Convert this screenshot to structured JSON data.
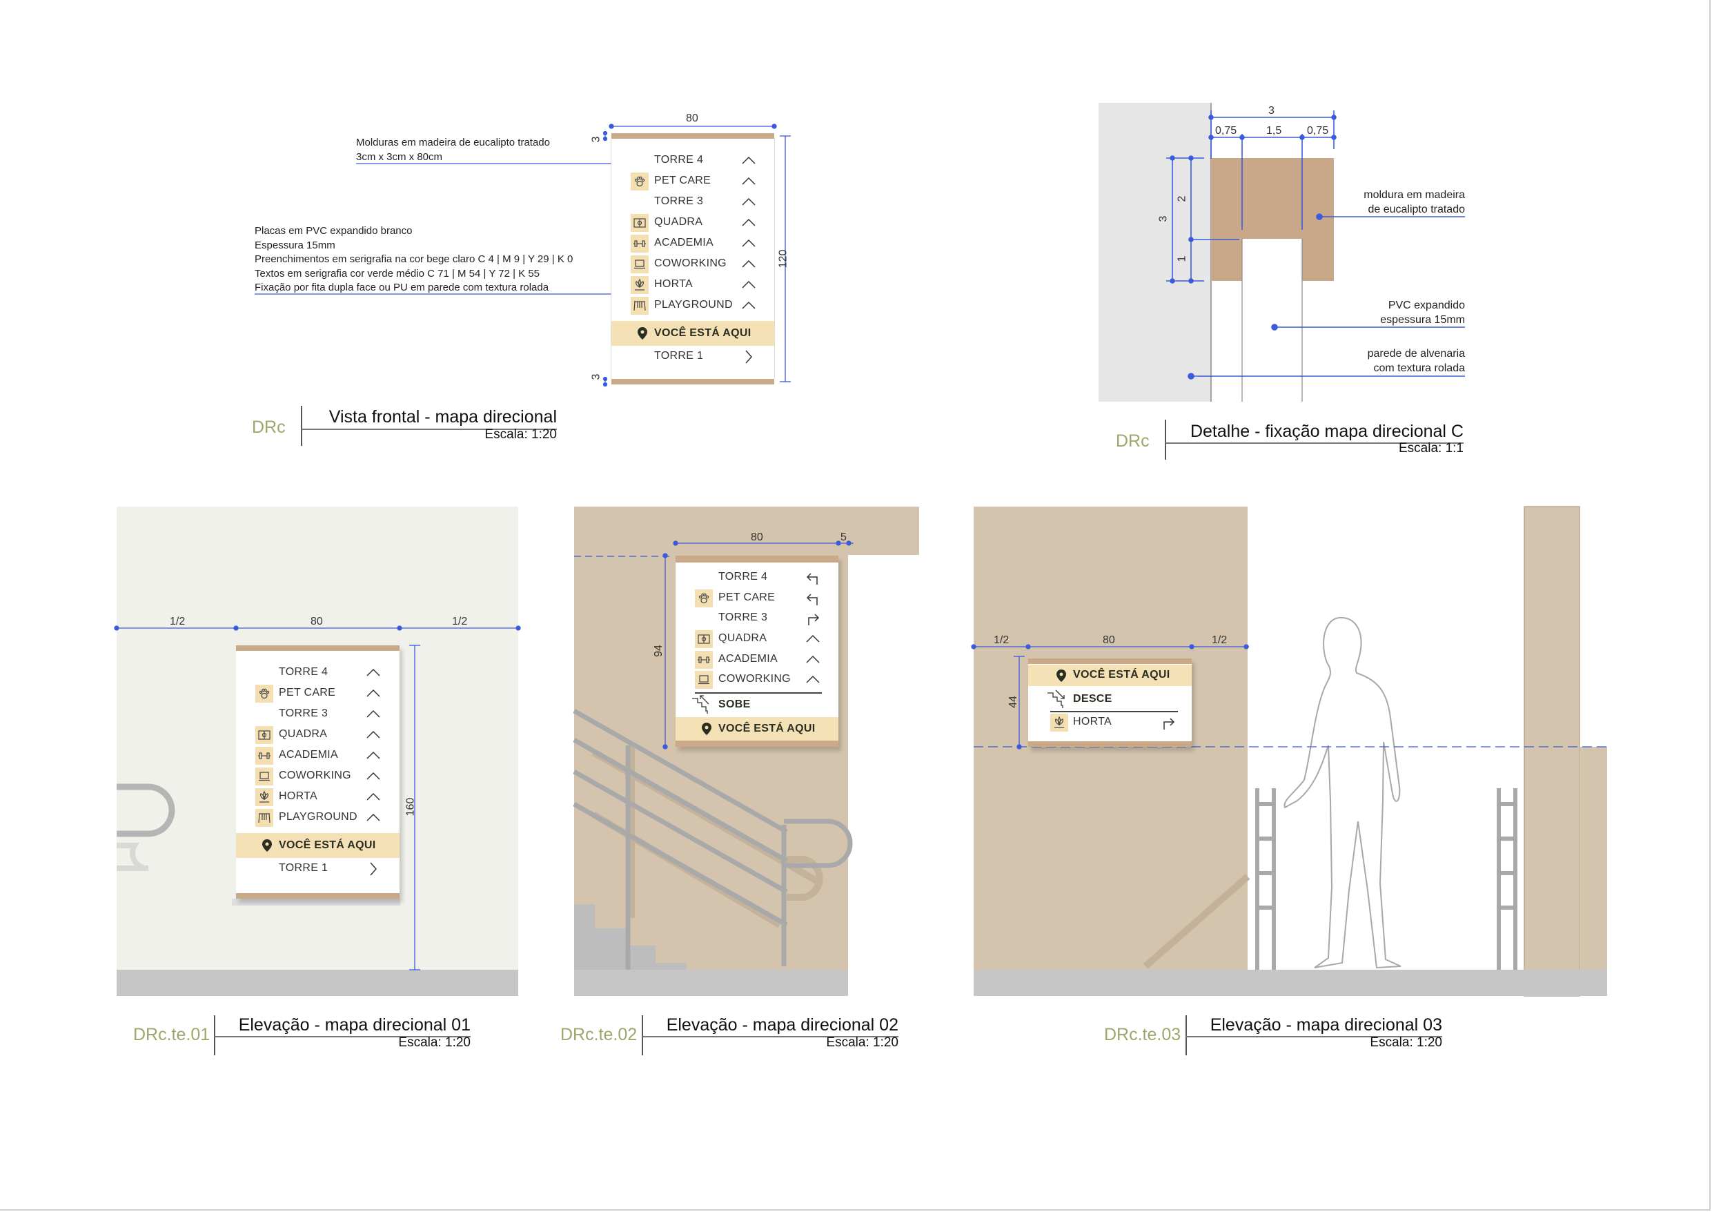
{
  "colors": {
    "wood": "#c9a987",
    "beige": "#f4e2b6",
    "wall_tan": "#d5c4ad",
    "wall_grey": "#e6e6e6",
    "dimension": "#3a5bdc",
    "code": "#9aa86a"
  },
  "front_view": {
    "notes_frame": [
      "Molduras em madeira de eucalipto tratado",
      "3cm x 3cm x 80cm"
    ],
    "notes_plate": [
      "Placas em PVC expandido branco",
      "Espessura 15mm",
      "Preenchimentos em serigrafia na cor bege claro C 4 | M 9 | Y 29 | K 0",
      "Textos em serigrafia cor verde médio C 71 | M 54 | Y 72 | K 55",
      "Fixação por fita dupla face ou PU em parede com textura rolada"
    ],
    "dims": {
      "width": "80",
      "height": "120",
      "frame_top": "3",
      "frame_bottom": "3"
    },
    "code": "DRc",
    "title": "Vista frontal - mapa direcional",
    "scale": "Escala: 1:20"
  },
  "detail": {
    "dims": {
      "total": "3",
      "left": "0,75",
      "middle": "1,5",
      "right": "0,75",
      "height": "3",
      "upper": "2",
      "lower": "1"
    },
    "labels": [
      [
        "moldura em madeira",
        "de eucalipto tratado"
      ],
      [
        "PVC expandido",
        "espessura 15mm"
      ],
      [
        "parede de alvenaria",
        "com textura rolada"
      ]
    ],
    "code": "DRc",
    "title": "Detalhe - fixação mapa direcional C",
    "scale": "Escala: 1:1"
  },
  "elevations": [
    {
      "code": "DRc.te.01",
      "title": "Elevação - mapa direcional 01",
      "scale": "Escala: 1:20",
      "dims": {
        "left": "1/2",
        "width": "80",
        "right": "1/2",
        "height": "160"
      }
    },
    {
      "code": "DRc.te.02",
      "title": "Elevação - mapa direcional 02",
      "scale": "Escala: 1:20",
      "dims": {
        "width": "80",
        "offset": "5",
        "height": "94"
      }
    },
    {
      "code": "DRc.te.03",
      "title": "Elevação - mapa direcional 03",
      "scale": "Escala: 1:20",
      "dims": {
        "left": "1/2",
        "width": "80",
        "right": "1/2",
        "height": "44"
      }
    }
  ],
  "signs": {
    "main": [
      {
        "kind": "item",
        "label": "TORRE 4",
        "icon": "",
        "arrow": "up"
      },
      {
        "kind": "item",
        "label": "PET CARE",
        "icon": "paw-icon",
        "arrow": "up"
      },
      {
        "kind": "item",
        "label": "TORRE 3",
        "icon": "",
        "arrow": "up"
      },
      {
        "kind": "item",
        "label": "QUADRA",
        "icon": "court-icon",
        "arrow": "up"
      },
      {
        "kind": "item",
        "label": "ACADEMIA",
        "icon": "dumbbell-icon",
        "arrow": "up"
      },
      {
        "kind": "item",
        "label": "COWORKING",
        "icon": "laptop-icon",
        "arrow": "up"
      },
      {
        "kind": "item",
        "label": "HORTA",
        "icon": "plant-icon",
        "arrow": "up"
      },
      {
        "kind": "item",
        "label": "PLAYGROUND",
        "icon": "swing-icon",
        "arrow": "up"
      },
      {
        "kind": "band",
        "label": "VOCÊ ESTÁ AQUI",
        "icon": "pin-icon"
      },
      {
        "kind": "item",
        "label": "TORRE 1",
        "icon": "",
        "arrow": "right"
      }
    ],
    "stair": [
      {
        "kind": "item",
        "label": "TORRE 4",
        "icon": "",
        "arrow": "turn-left"
      },
      {
        "kind": "item",
        "label": "PET CARE",
        "icon": "paw-icon",
        "arrow": "turn-left"
      },
      {
        "kind": "item",
        "label": "TORRE 3",
        "icon": "",
        "arrow": "turn-right"
      },
      {
        "kind": "item",
        "label": "QUADRA",
        "icon": "court-icon",
        "arrow": "up"
      },
      {
        "kind": "item",
        "label": "ACADEMIA",
        "icon": "dumbbell-icon",
        "arrow": "up"
      },
      {
        "kind": "item",
        "label": "COWORKING",
        "icon": "laptop-icon",
        "arrow": "up"
      },
      {
        "kind": "divider"
      },
      {
        "kind": "stairs",
        "label": "SOBE",
        "icon": "stairs-up-icon"
      },
      {
        "kind": "band",
        "label": "VOCÊ ESTÁ AQUI",
        "icon": "pin-icon"
      }
    ],
    "small": [
      {
        "kind": "band",
        "label": "VOCÊ ESTÁ AQUI",
        "icon": "pin-icon"
      },
      {
        "kind": "stairs",
        "label": "DESCE",
        "icon": "stairs-down-icon"
      },
      {
        "kind": "divider"
      },
      {
        "kind": "item",
        "label": "HORTA",
        "icon": "plant-icon",
        "arrow": "turn-right"
      }
    ]
  }
}
